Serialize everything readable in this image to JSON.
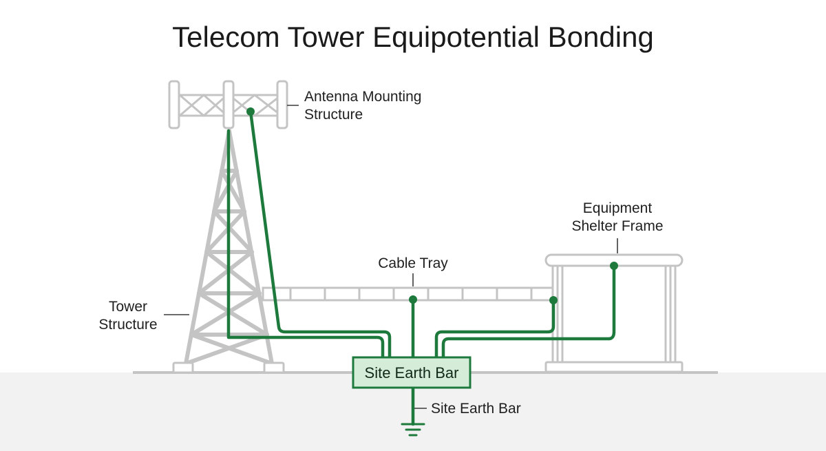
{
  "title": "Telecom Tower Equipotential Bonding",
  "labels": {
    "antenna_line1": "Antenna Mounting",
    "antenna_line2": "Structure",
    "tower_line1": "Tower",
    "tower_line2": "Structure",
    "cable_tray": "Cable Tray",
    "shelter_line1": "Equipment",
    "shelter_line2": "Shelter Frame",
    "earth_bar_box": "Site Earth Bar",
    "earth_bar_callout": "Site Earth Bar"
  },
  "colors": {
    "conductor": "#1d7a3c",
    "earth_bar_fill": "#d5ecd8",
    "structure": "#c4c4c4",
    "ground": "#f2f2f2"
  },
  "icons": {
    "ground": "ground-symbol-icon"
  }
}
